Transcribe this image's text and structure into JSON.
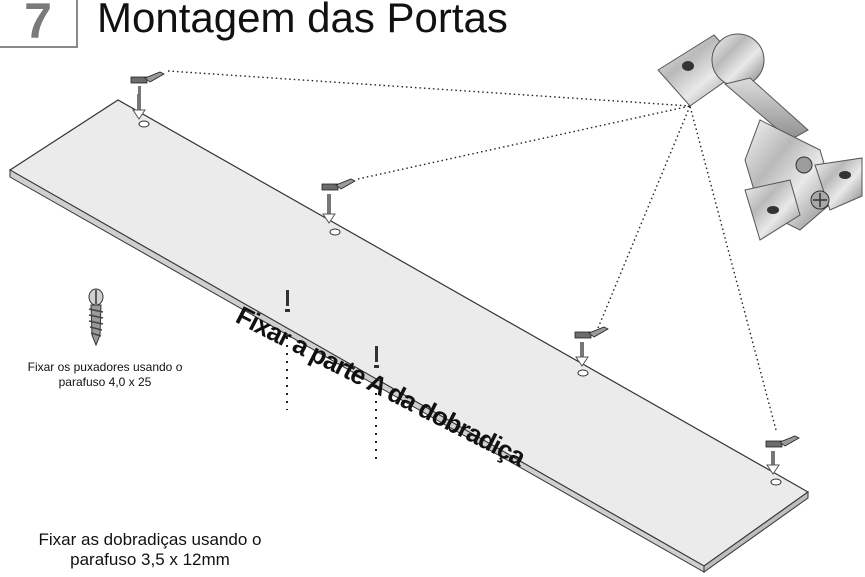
{
  "header": {
    "step_number": "7",
    "title": "Montagem das Portas"
  },
  "board": {
    "label": "Fixar a parte A da dobradiça"
  },
  "captions": {
    "handle_screw_line1": "Fixar os puxadores usando o",
    "handle_screw_line2": "parafuso 4,0 x 25",
    "hinge_screw_line1": "Fixar as dobradiças usando o",
    "hinge_screw_line2": "parafuso 3,5 x 12mm"
  }
}
